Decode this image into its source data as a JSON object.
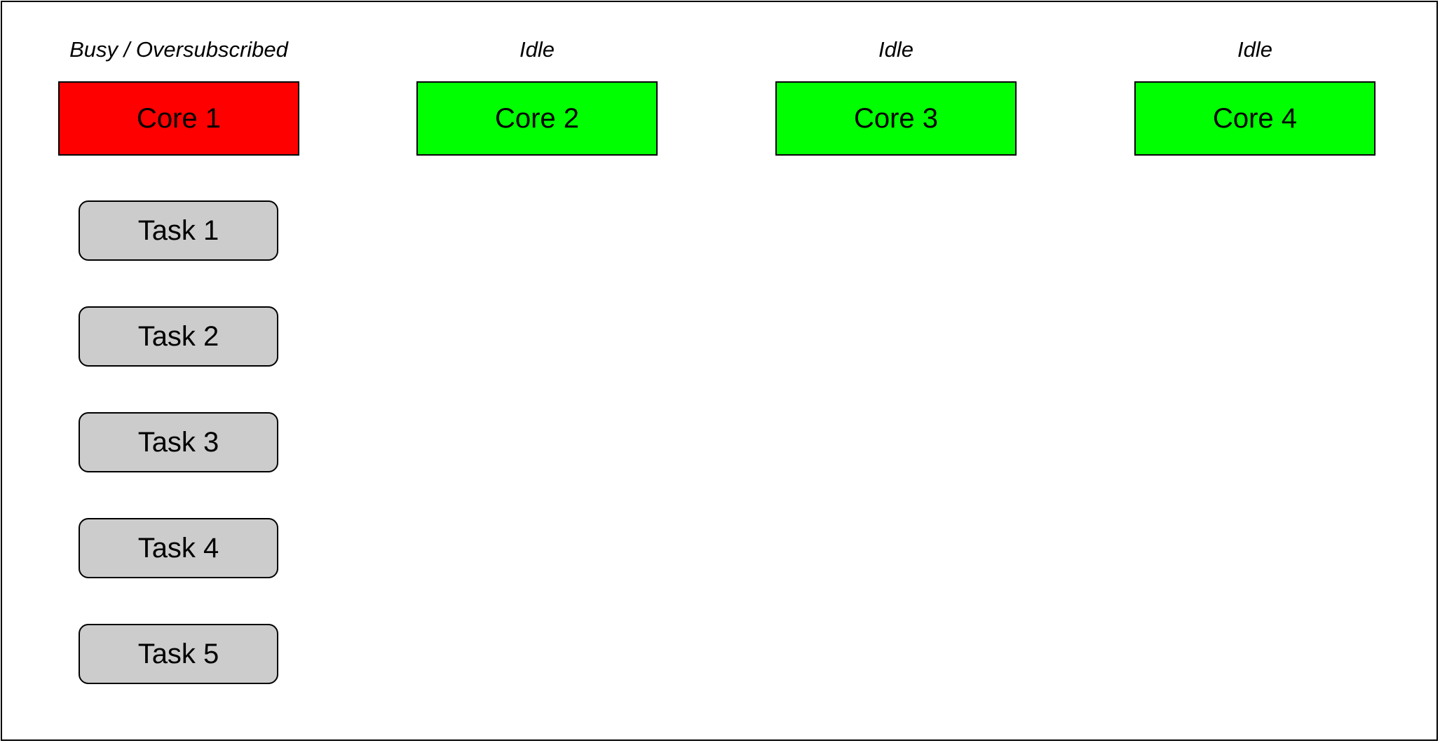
{
  "cores": [
    {
      "label": "Core 1",
      "status": "Busy / Oversubscribed",
      "fill": "#ff0000"
    },
    {
      "label": "Core 2",
      "status": "Idle",
      "fill": "#00ff00"
    },
    {
      "label": "Core 3",
      "status": "Idle",
      "fill": "#00ff00"
    },
    {
      "label": "Core 4",
      "status": "Idle",
      "fill": "#00ff00"
    }
  ],
  "tasks": [
    {
      "label": "Task 1"
    },
    {
      "label": "Task 2"
    },
    {
      "label": "Task 3"
    },
    {
      "label": "Task 4"
    },
    {
      "label": "Task 5"
    }
  ],
  "colors": {
    "busy": "#ff0000",
    "idle": "#00ff00",
    "task": "#cccccc",
    "border": "#000000"
  }
}
